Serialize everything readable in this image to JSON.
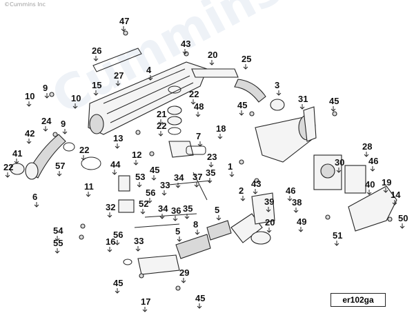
{
  "copyright": "©Cummins Inc",
  "watermark": "Cummins",
  "diagram_code": "er102ga",
  "callouts": [
    "47",
    "26",
    "43",
    "20",
    "25",
    "27",
    "4",
    "9",
    "15",
    "3",
    "10",
    "10",
    "22",
    "31",
    "45",
    "45",
    "24",
    "9",
    "21",
    "48",
    "22",
    "18",
    "42",
    "13",
    "7",
    "12",
    "28",
    "41",
    "22",
    "23",
    "30",
    "46",
    "1",
    "44",
    "53",
    "34",
    "37",
    "35",
    "45",
    "22",
    "57",
    "11",
    "2",
    "43",
    "46",
    "6",
    "33",
    "56",
    "52",
    "39",
    "32",
    "34",
    "36",
    "35",
    "5",
    "40",
    "38",
    "19",
    "14",
    "8",
    "5",
    "20",
    "49",
    "54",
    "50",
    "51",
    "55",
    "56",
    "33",
    "16",
    "29",
    "45",
    "17",
    "45"
  ]
}
